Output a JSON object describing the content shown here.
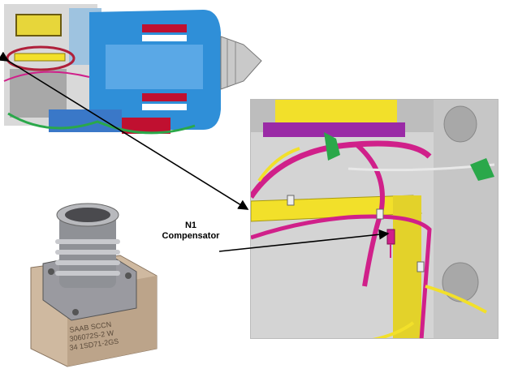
{
  "callout": {
    "line1": "N1",
    "line2": "Compensator"
  },
  "part_label": {
    "line1": "SAAB SCCN",
    "line2": "306072S-2 W",
    "line3": "34 1SD71-2GS"
  },
  "colors": {
    "engine_blue": "#2f8fd8",
    "engine_dark_blue": "#1a5fb0",
    "structure_yellow": "#f2e02a",
    "harness_magenta": "#d0208a",
    "highlight_red": "#c01030",
    "mount_purple": "#9a2aa6",
    "gray": "#b8b8b8"
  }
}
